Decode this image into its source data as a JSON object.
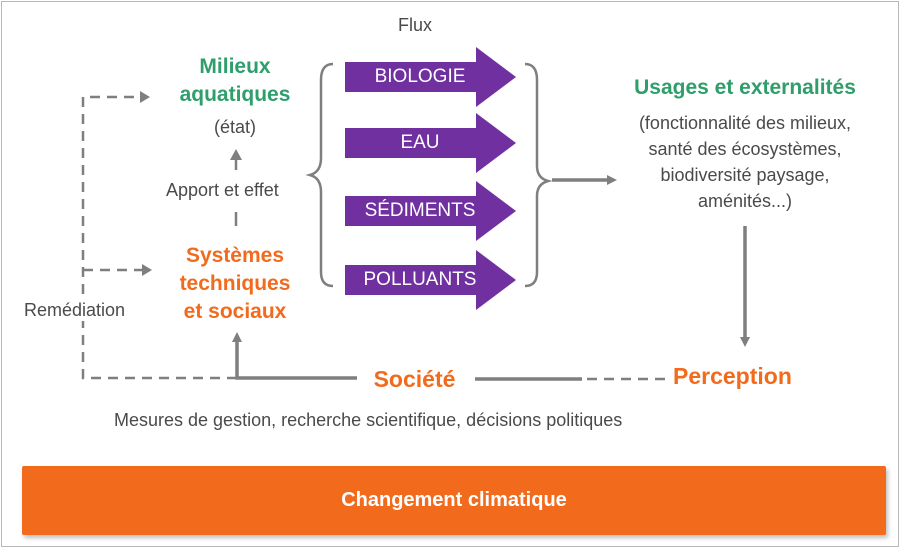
{
  "flux_label": "Flux",
  "milieux": {
    "title": "Milieux aquatiques",
    "title_line1": "Milieux",
    "title_line2": "aquatiques",
    "state": "(état)"
  },
  "apport": "Apport et effet",
  "systemes": {
    "line1": "Systèmes",
    "line2": "techniques",
    "line3": "et sociaux"
  },
  "remediation": "Remédiation",
  "flows": [
    "BIOLOGIE",
    "EAU",
    "SÉDIMENTS",
    "POLLUANTS"
  ],
  "usages": {
    "title": "Usages et externalités",
    "line1": "(fonctionnalité des milieux,",
    "line2": "santé des écosystèmes,",
    "line3": "biodiversité paysage,",
    "line4": "aménités...)"
  },
  "perception": "Perception",
  "societe": "Société",
  "mesures": "Mesures de gestion, recherche scientifique, décisions politiques",
  "banner": "Changement climatique",
  "colors": {
    "green": "#2e9e6b",
    "orange": "#f26b1d",
    "purple": "#7030a0",
    "gray": "#7f7f7f"
  }
}
